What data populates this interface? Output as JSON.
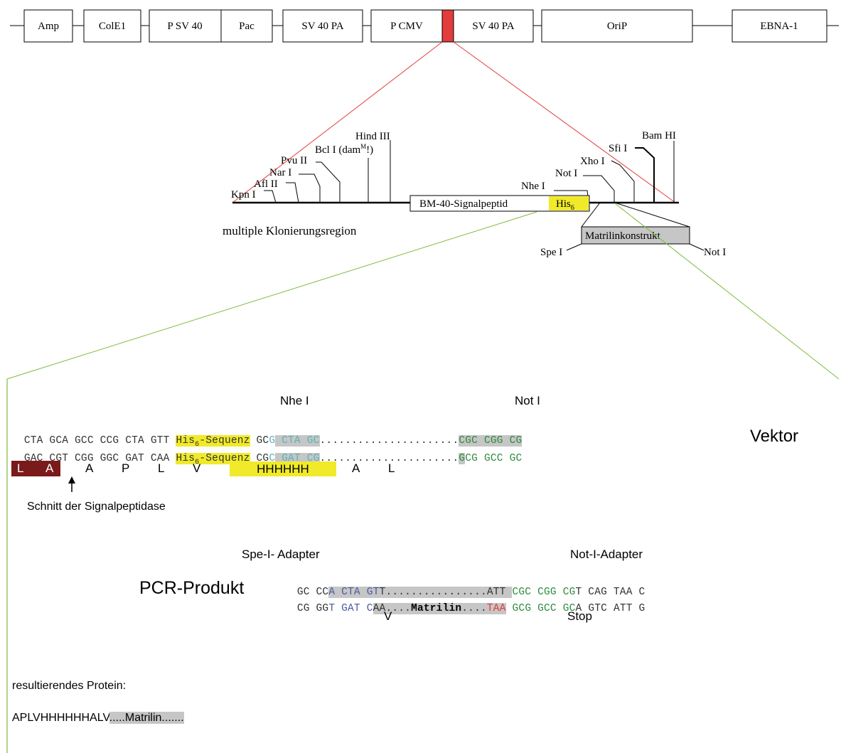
{
  "plasmid": {
    "segments": [
      "Amp",
      "ColE1",
      "P SV 40",
      "Pac",
      "SV 40 PA",
      "P CMV",
      "SV 40 PA",
      "OriP",
      "EBNA-1"
    ]
  },
  "mcs": {
    "sites_left": [
      "Kpn I",
      "Afl II",
      "Nar I",
      "Pvu II",
      "Bcl I (dam",
      "M",
      "!)",
      "Hind III"
    ],
    "sites_right": [
      "Nhe I",
      "Not I",
      "Xho I",
      "Sfi I",
      "Bam HI"
    ],
    "signal_box": "BM-40-Signalpeptid",
    "his_label": "His",
    "his_sub": "6",
    "caption": "multiple Klonierungsregion",
    "insert_box": "Matrilinkonstrukt",
    "insert_left_site": "Spe I",
    "insert_right_site": "Not I"
  },
  "vektor": {
    "header_nhe": "Nhe I",
    "header_not": "Not I",
    "label": "Vektor",
    "line1_plain": "CTA GCA GCC CCG CTA GTT ",
    "line1_his": "His",
    "line1_his_sub": "6",
    "line1_his_rest": "-Sequenz",
    "line1_gc": " GC",
    "line1_g": "G",
    "line1_cta_gc": " CTA GC",
    "line1_dots": "......................",
    "line1_end": "CGC CGG",
    "line1_cg": " CG",
    "line2_plain": "GAC CGT CGG GGC GAT CAA ",
    "line2_cg": " CG",
    "line2_c": "C",
    "line2_gat_cg": " GAT CG",
    "line2_dots": "......................",
    "line2_g1": "G",
    "line2_cg_gcc": "CG GCC",
    "line2_gc": " GC",
    "aa_L": "L",
    "aa_A": "A",
    "aa_rest": [
      "A",
      "P",
      "L",
      "V"
    ],
    "aa_his": "HHHHHH",
    "aa_end": [
      "A",
      "L"
    ],
    "arrow_label": "Schnitt der Signalpeptidase"
  },
  "pcr": {
    "header_spe": "Spe-I- Adapter",
    "header_not": "Not-I-Adapter",
    "label": "PCR-Produkt",
    "l1_a": "GC CC",
    "l1_b": "A CTA GT",
    "l1_c": "T................ATT ",
    "l1_d": "CGC CGG CG",
    "l1_e": "T CAG TAA C",
    "l2_a": "CG GG",
    "l2_b": "T GAT C",
    "l2_c": "AA....",
    "l2_matrilin": "Matrilin",
    "l2_d": "....",
    "l2_taa": "TAA",
    "l2_e": " GCG GCC GC",
    "l2_f": "A GTC ATT G",
    "aa_V": "V",
    "aa_stop": "Stop"
  },
  "protein": {
    "title": "resultierendes Protein:",
    "seq": "APLVHHHHHHALV",
    "tail": ".....Matrilin.......",
    "tail_color": "#c6c6c6"
  }
}
